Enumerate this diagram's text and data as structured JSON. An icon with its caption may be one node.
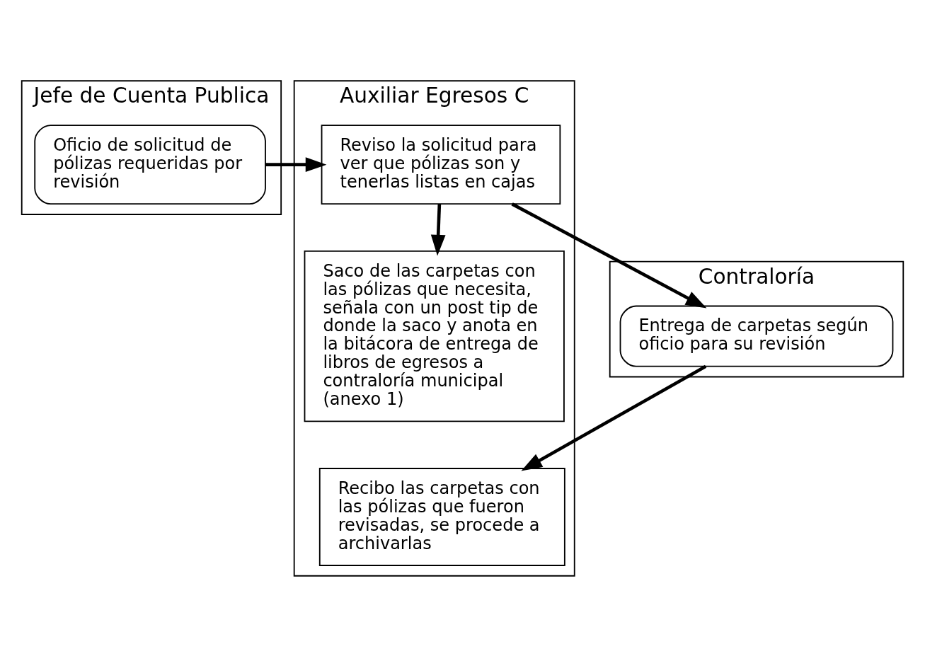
{
  "diagram": {
    "nodes": [
      {
        "text": [
          "Jefe de Cuenta Publica"
        ]
      },
      {
        "text": [
          "Auxiliar Egresos C"
        ]
      },
      {
        "text": [
          "Contraloría"
        ]
      },
      {
        "text": [
          "Oficio de solicitud de pólizas requeridas por revisión"
        ],
        "in": 0
      },
      {
        "text": [
          "Reviso la solicitud para ver que pólizas son y tenerlas listas en cajas"
        ],
        "in": 1
      },
      {
        "text": [
          "Saco de las carpetas con las pólizas que necesita, señala con un post tip de donde la saco y anota en la bitácora de entrega de libros de egresos a contraloría municipal (anexo 1)"
        ],
        "in": 1
      },
      {
        "text": [
          "Recibo las carpetas con las pólizas que fueron revisadas, se procede a archivarlas"
        ],
        "in": 1
      },
      {
        "text": [
          "Entrega de carpetas según oficio para su revisión"
        ],
        "in": 2
      }
    ],
    "edges": [
      {
        "from": 3,
        "to": 4,
        "arrow": "to"
      },
      {
        "from": 4,
        "to": 5,
        "arrow": "to"
      },
      {
        "from": 4,
        "to": 7,
        "arrow": "to"
      },
      {
        "from": 7,
        "to": 6,
        "arrow": "to"
      }
    ]
  }
}
